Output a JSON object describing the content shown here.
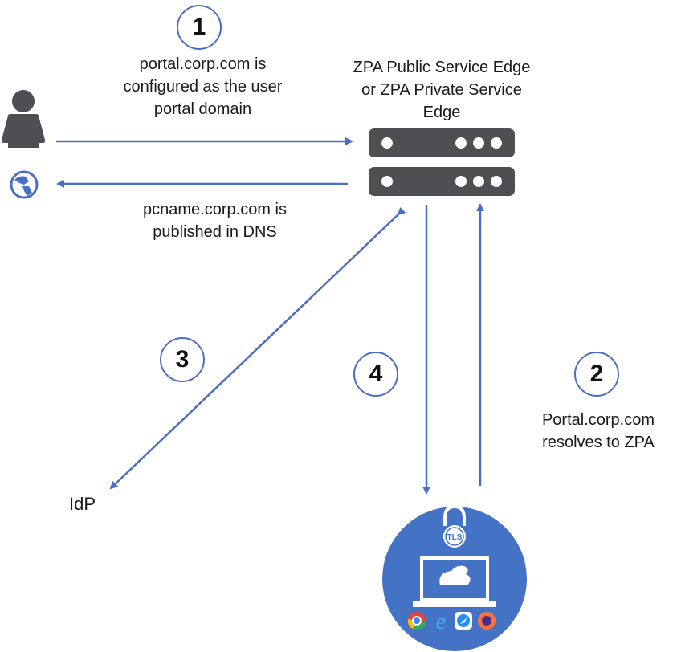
{
  "steps": [
    {
      "number": "1",
      "text_lines": [
        "portal.corp.com is",
        "configured as the user",
        "portal domain"
      ]
    },
    {
      "number": "2",
      "text_lines": [
        "Portal.corp.com",
        "resolves to ZPA"
      ]
    },
    {
      "number": "3",
      "text_lines": []
    },
    {
      "number": "4",
      "text_lines": []
    }
  ],
  "service_edge": {
    "lines": [
      "ZPA Public Service Edge",
      "or ZPA Private Service",
      "Edge"
    ]
  },
  "dns_note": {
    "lines": [
      "pcname.corp.com is",
      "published in DNS"
    ]
  },
  "idp": {
    "label": "IdP"
  },
  "client": {
    "lock_label": "TLS",
    "browsers": [
      "chrome-icon",
      "internet-explorer-icon",
      "safari-icon",
      "firefox-icon"
    ]
  },
  "icons": {
    "user": "user-icon",
    "globe": "globe-icon",
    "server": "server-icon"
  },
  "colors": {
    "arrow": "#4a6fc2",
    "server": "#4d4f53",
    "client_circle": "#4472c4",
    "step_border": "#4a6fc2"
  }
}
